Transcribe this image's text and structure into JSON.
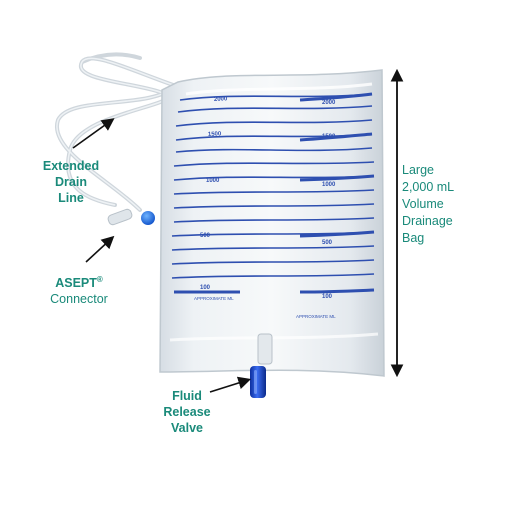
{
  "labels": {
    "drain_line": [
      "Extended",
      "Drain",
      "Line"
    ],
    "connector": {
      "name": "ASEPT",
      "mark": "®",
      "word": "Connector"
    },
    "valve": [
      "Fluid",
      "Release",
      "Valve"
    ],
    "bag": [
      "Large",
      "2,000 mL",
      "Volume",
      "Drainage",
      "Bag"
    ]
  },
  "graduations": {
    "left": [
      "2000",
      "1500",
      "1000",
      "500",
      "100"
    ],
    "right": [
      "2000",
      "1500",
      "1000",
      "500",
      "100"
    ],
    "footer": [
      "APPROXIMATE ML",
      "APPROXIMATE ML"
    ]
  },
  "colors": {
    "label_text": "#1a8a7a",
    "graduation_blue": "#2e4fb0",
    "valve_blue": "#1f4fd6",
    "arrow": "#111111"
  }
}
